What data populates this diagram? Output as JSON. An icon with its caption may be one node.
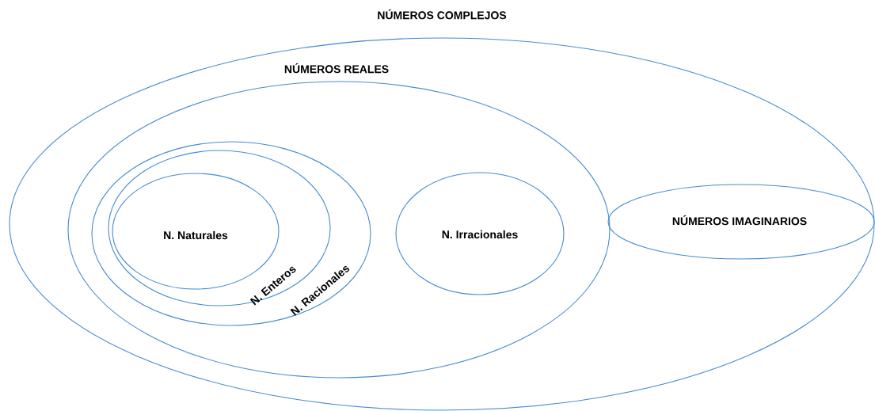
{
  "diagram": {
    "nodes": [
      {
        "text": [
          "NÚMEROS COMPLEJOS"
        ]
      },
      {
        "text": [
          "NÚMEROS REALES"
        ],
        "in": 0
      },
      {
        "text": [
          "N. Racionales"
        ],
        "in": 1
      },
      {
        "text": [
          "N. Enteros"
        ],
        "in": 2
      },
      {
        "text": [
          "N. Naturales"
        ],
        "in": 3
      },
      {
        "text": [
          "N. Irracionales"
        ],
        "in": 1
      },
      {
        "text": [
          "NÚMEROS IMAGINARIOS"
        ],
        "in": 0
      }
    ]
  }
}
